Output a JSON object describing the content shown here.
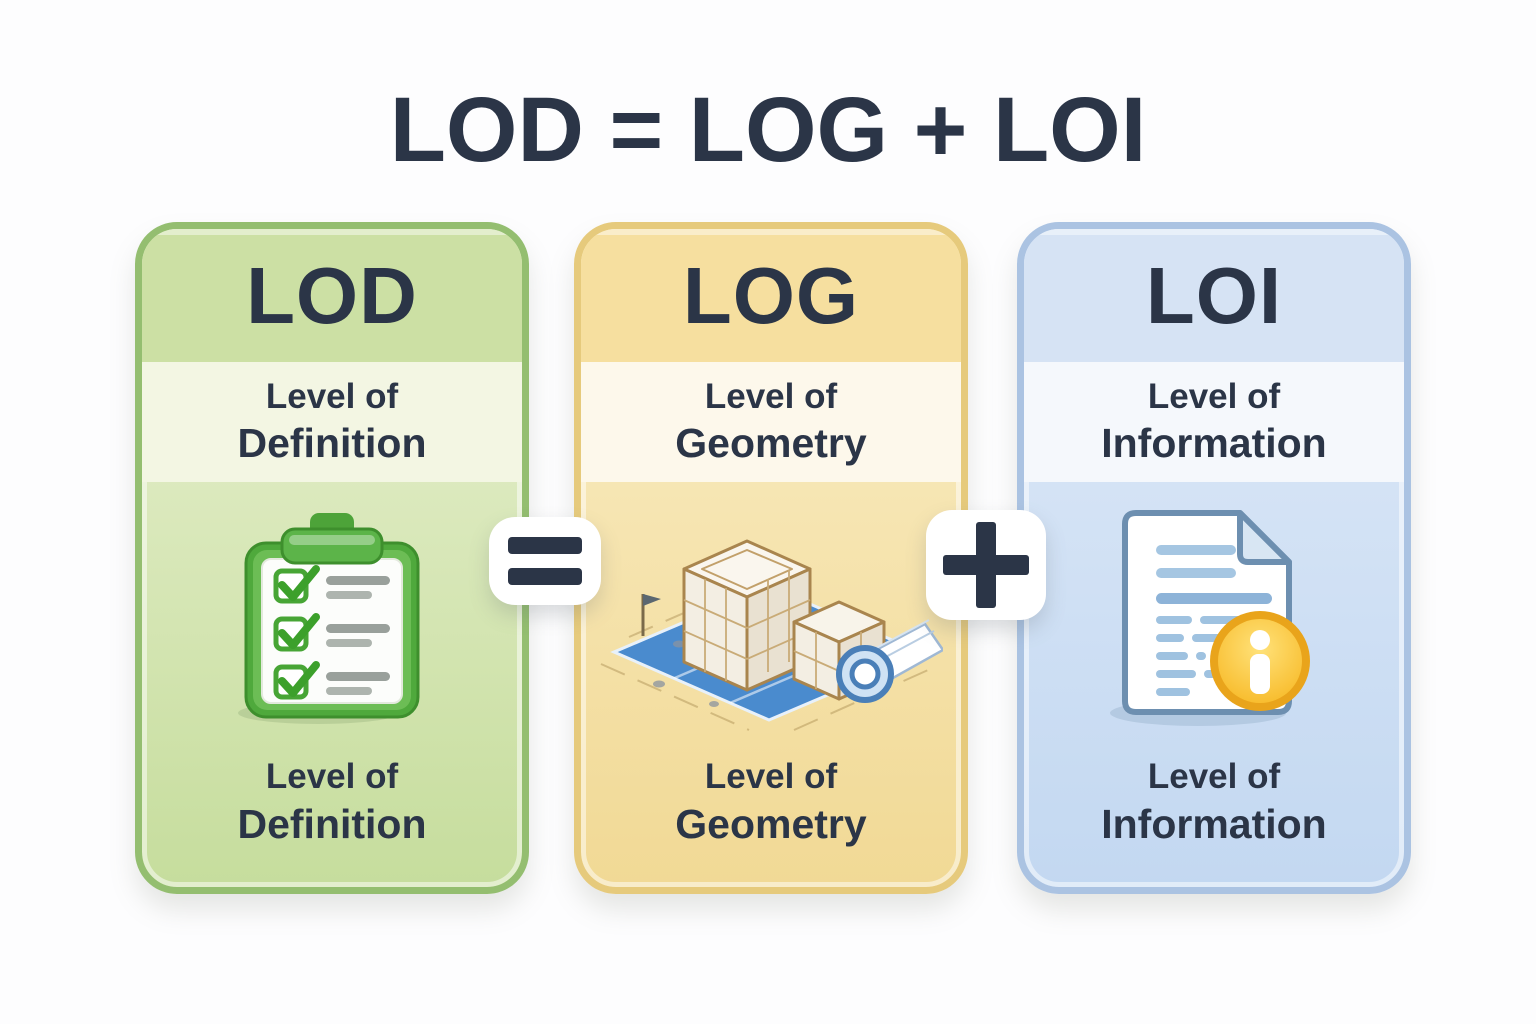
{
  "title": "LOD = LOG + LOI",
  "equation": {
    "equals_symbol": "=",
    "plus_symbol": "+"
  },
  "text_color": "#2b3547",
  "cards": [
    {
      "acronym": "LOD",
      "subtitle_line1": "Level of",
      "subtitle_line2": "Definition",
      "caption_line1": "Level of",
      "caption_line2": "Definition",
      "icon": "checklist-clipboard-icon",
      "colors": {
        "border": "#94be70",
        "header_bg": "#cce0a4",
        "subtitle_bg": "#f3f6e3",
        "body_top": "#e9f1d2",
        "body_bottom": "#c6dd9d",
        "accent": "#3fa230"
      }
    },
    {
      "acronym": "LOG",
      "subtitle_line1": "Level of",
      "subtitle_line2": "Geometry",
      "caption_line1": "Level of",
      "caption_line2": "Geometry",
      "icon": "blueprint-building-icon",
      "colors": {
        "border": "#e6ca7c",
        "header_bg": "#f6df9f",
        "subtitle_bg": "#fdf8eb",
        "body_top": "#faeec7",
        "body_bottom": "#f1d995",
        "accent": "#4a8bce"
      }
    },
    {
      "acronym": "LOI",
      "subtitle_line1": "Level of",
      "subtitle_line2": "Information",
      "caption_line1": "Level of",
      "caption_line2": "Information",
      "icon": "document-info-icon",
      "colors": {
        "border": "#abc3e2",
        "header_bg": "#d6e3f4",
        "subtitle_bg": "#f5f8fc",
        "body_top": "#dfeaf8",
        "body_bottom": "#c3d8f1",
        "accent": "#f0ad1e"
      }
    }
  ]
}
